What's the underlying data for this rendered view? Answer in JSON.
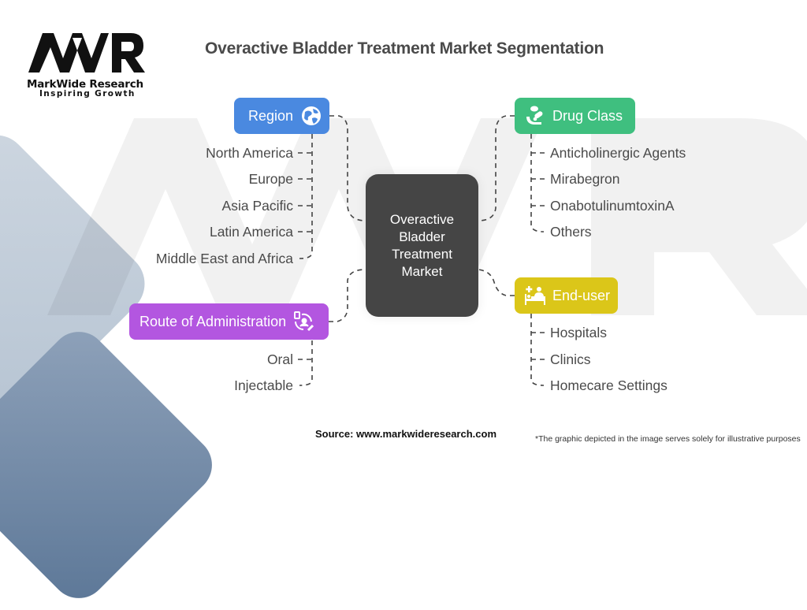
{
  "logo": {
    "mark": "MWR",
    "name": "MarkWide Research",
    "tagline": "Inspiring Growth"
  },
  "title": "Overactive Bladder Treatment Market Segmentation",
  "center": {
    "label": "Overactive Bladder Treatment Market"
  },
  "segments": [
    {
      "label": "Region",
      "icon": "globe-icon",
      "color": "#4a89e0",
      "items": [
        "North America",
        "Europe",
        "Asia Pacific",
        "Latin America",
        "Middle East and Africa"
      ]
    },
    {
      "label": "Drug Class",
      "icon": "pill-hand-icon",
      "color": "#3fbf7f",
      "items": [
        "Anticholinergic Agents",
        "Mirabegron",
        "OnabotulinumtoxinA",
        "Others"
      ]
    },
    {
      "label": "Route of Administration",
      "icon": "user-switch-icon",
      "color": "#b356e0",
      "items": [
        "Oral",
        "Injectable"
      ]
    },
    {
      "label": "End-user",
      "icon": "hospital-bed-icon",
      "color": "#dbc619",
      "items": [
        "Hospitals",
        "Clinics",
        "Homecare Settings"
      ]
    }
  ],
  "footer": {
    "source": "Source: www.markwideresearch.com",
    "disclaimer": "*The graphic depicted in the image serves solely for illustrative purposes"
  }
}
